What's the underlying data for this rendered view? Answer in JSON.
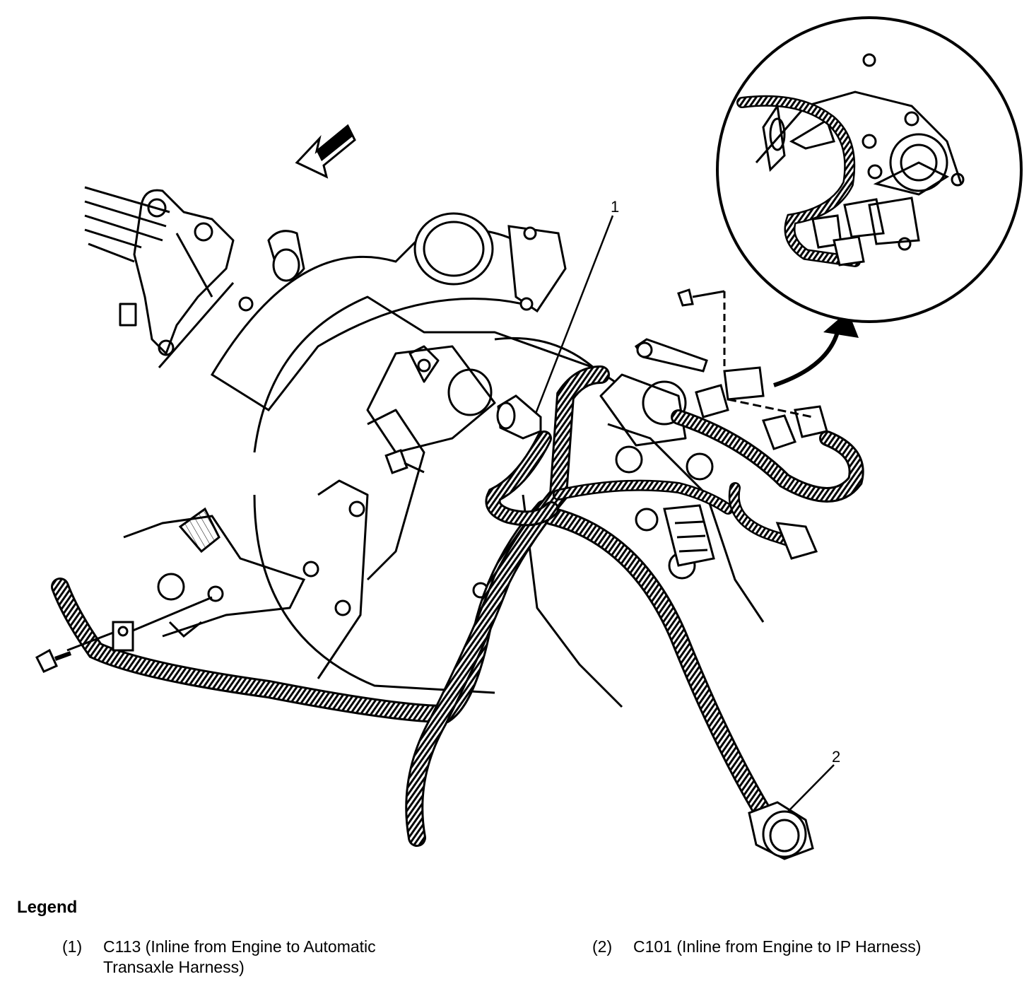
{
  "callouts": [
    {
      "number": "1"
    },
    {
      "number": "2"
    }
  ],
  "legend": {
    "title": "Legend",
    "items": [
      {
        "number": "(1)",
        "line1": "C113 (Inline from Engine to Automatic",
        "line2": "Transaxle Harness)"
      },
      {
        "number": "(2)",
        "line1": "C101 (Inline from Engine to IP Harness)",
        "line2": ""
      }
    ]
  }
}
